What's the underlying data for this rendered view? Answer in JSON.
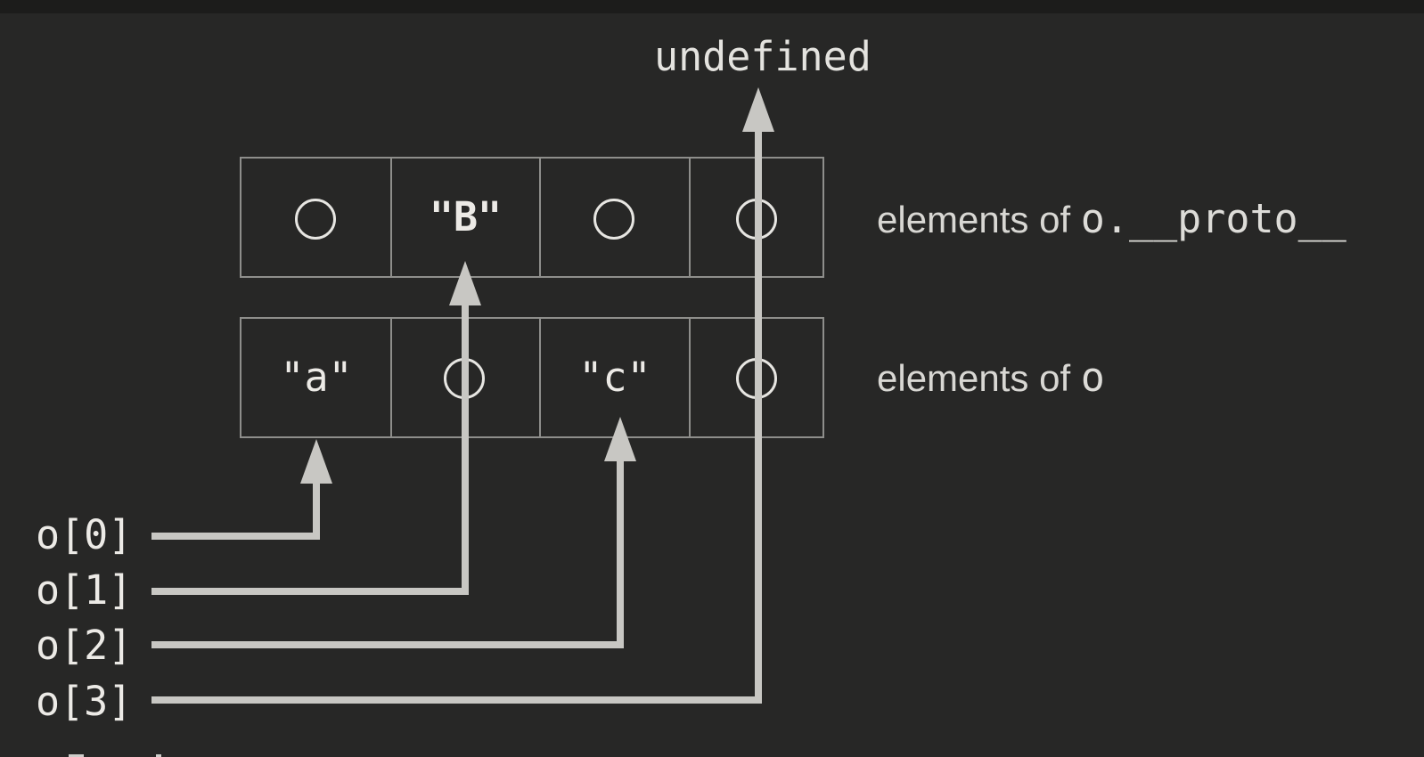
{
  "colors": {
    "background": "#272726",
    "top_strip": "#1c1c1b",
    "box_border": "#8e8e8b",
    "arrow_line": "#c8c7c3",
    "code_text": "#eceae6",
    "label_text": "#d8d7d3",
    "circle_stroke": "#e7e6e2"
  },
  "undefined_label": "undefined",
  "arrays": {
    "proto_row": {
      "label_prefix": "elements of ",
      "label_code": "o.__proto__",
      "cells": [
        {
          "type": "empty-ref"
        },
        {
          "type": "string",
          "text": "\"B\""
        },
        {
          "type": "empty-ref"
        },
        {
          "type": "empty-ref"
        }
      ]
    },
    "o_row": {
      "label_prefix": "elements of ",
      "label_code": "o",
      "cells": [
        {
          "type": "string",
          "text": "\"a\""
        },
        {
          "type": "empty-ref"
        },
        {
          "type": "string",
          "text": "\"c\""
        },
        {
          "type": "empty-ref"
        }
      ]
    }
  },
  "pointers": [
    {
      "text": "o[0]",
      "target": "o-row-cell-1"
    },
    {
      "text": "o[1]",
      "target": "proto-row-cell-2"
    },
    {
      "text": "o[2]",
      "target": "o-row-cell-3"
    },
    {
      "text": "o[3]",
      "target": "undefined"
    }
  ]
}
